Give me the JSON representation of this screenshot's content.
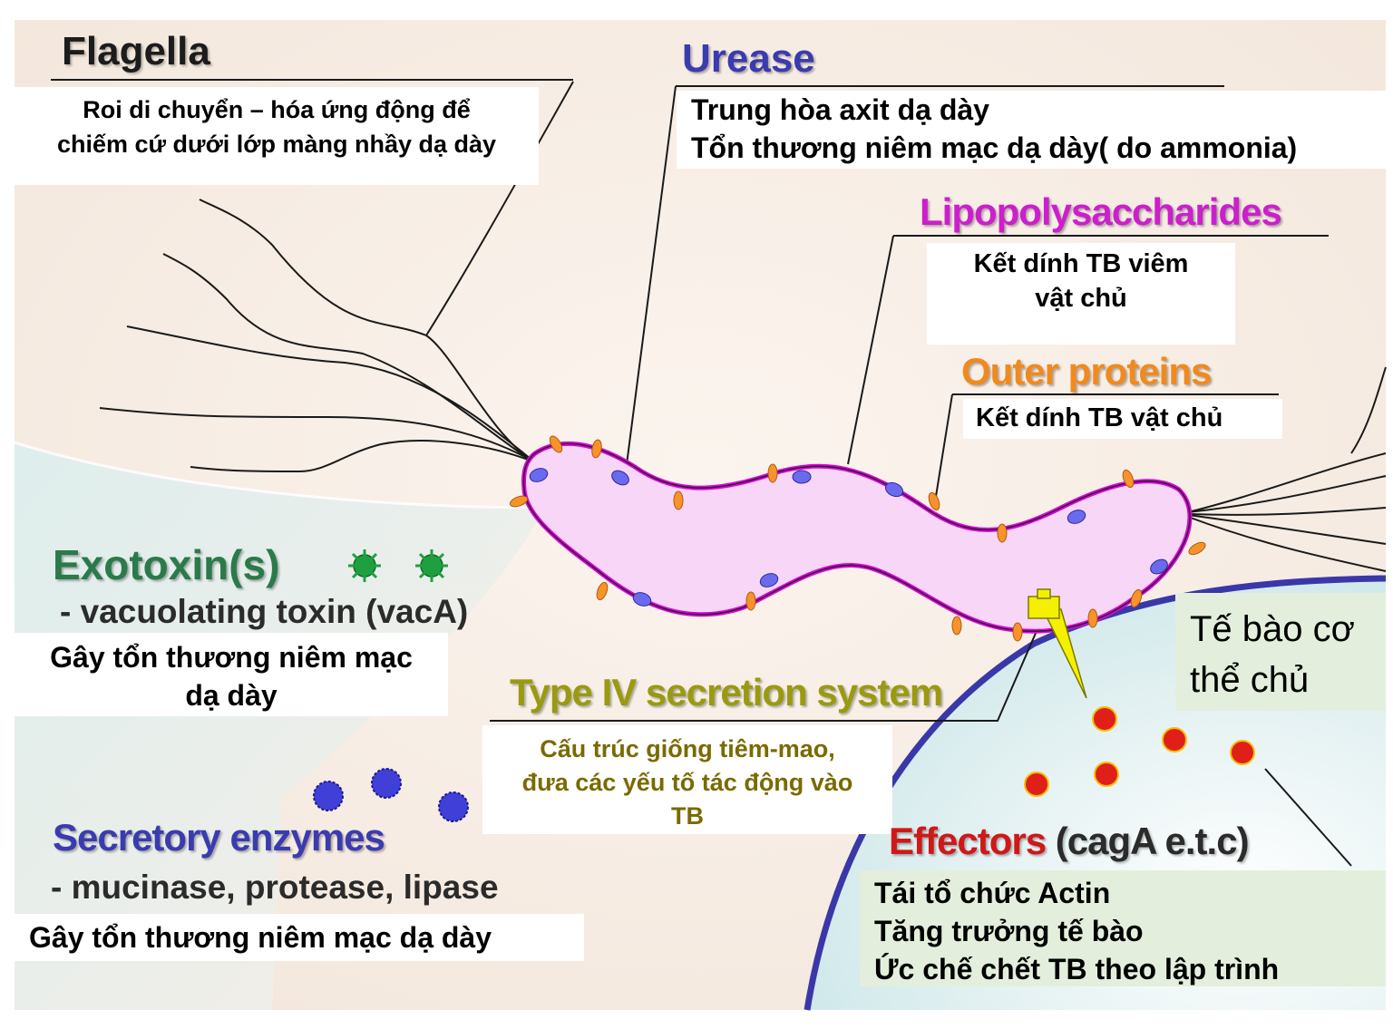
{
  "flagella": {
    "title": "Flagella",
    "desc": [
      "Roi di chuyển – hóa ứng động để",
      "chiếm cứ dưới lớp màng nhầy dạ dày"
    ]
  },
  "urease": {
    "title": "Urease",
    "desc": [
      "Trung hòa axit dạ dày",
      "Tổn thương niêm mạc dạ dày( do ammonia)"
    ]
  },
  "lps": {
    "title": "Lipopolysaccharides",
    "desc": [
      "Kết dính TB viêm",
      "vật chủ"
    ]
  },
  "outer": {
    "title": "Outer proteins",
    "desc": "Kết dính TB vật chủ"
  },
  "exotoxin": {
    "title": "Exotoxin(s)",
    "sub": "- vacuolating toxin (vacA)",
    "desc": [
      "Gây tổn thương niêm mạc",
      "dạ dày"
    ]
  },
  "type4": {
    "title": "Type IV secretion system",
    "desc": [
      "Cấu trúc giống tiêm-mao,",
      "đưa các yếu tố tác động vào",
      "TB"
    ]
  },
  "host_cell": {
    "label": [
      "Tế bào cơ",
      "thể chủ"
    ]
  },
  "enzymes": {
    "title": "Secretory enzymes",
    "sub": "- mucinase, protease, lipase",
    "desc": "Gây tổn thương niêm mạc dạ dày"
  },
  "effectors": {
    "title": "Effectors",
    "title_suffix": "(cagA e.t.c)",
    "desc": [
      "Tái tổ chức Actin",
      "Tăng trưởng tế bào",
      "Ức chế chết TB theo lập trình"
    ]
  },
  "colors": {
    "bacterium_fill": "#f8d6f8",
    "bacterium_outline": "#e000e0",
    "pilus_orange": "#f7932a",
    "protein_blue": "#6a6af0",
    "host_membrane": "#3a38a8",
    "toxin_green": "#1fa040",
    "enzyme_blue": "#4040d8",
    "effector_red": "#e02018",
    "secretion_yellow": "#f4f000"
  }
}
